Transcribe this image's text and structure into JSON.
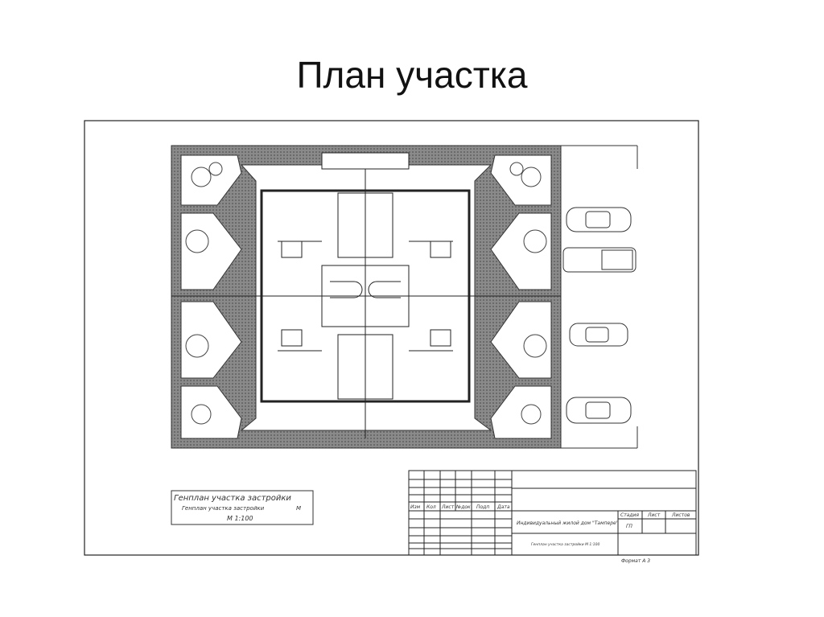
{
  "slide": {
    "title": "План участка"
  },
  "drawing": {
    "label_box": {
      "line1": "Генплан участка застройки",
      "line2": "Генплан участка застройки",
      "line2_suffix": "М",
      "scale": "М 1:100"
    },
    "title_block": {
      "columns": [
        "Изм",
        "Кол",
        "Лист",
        "№док",
        "Подп",
        "Дата"
      ],
      "project": "Индивидуальный жилой дом \"Тампере\"",
      "sheet_title": "Генплан участка застройки М 1:100",
      "stage_label": "Стадия",
      "sheet_label": "Лист",
      "sheets_label": "Листов",
      "stage_value": "ГП",
      "format": "Формат А 3"
    }
  }
}
